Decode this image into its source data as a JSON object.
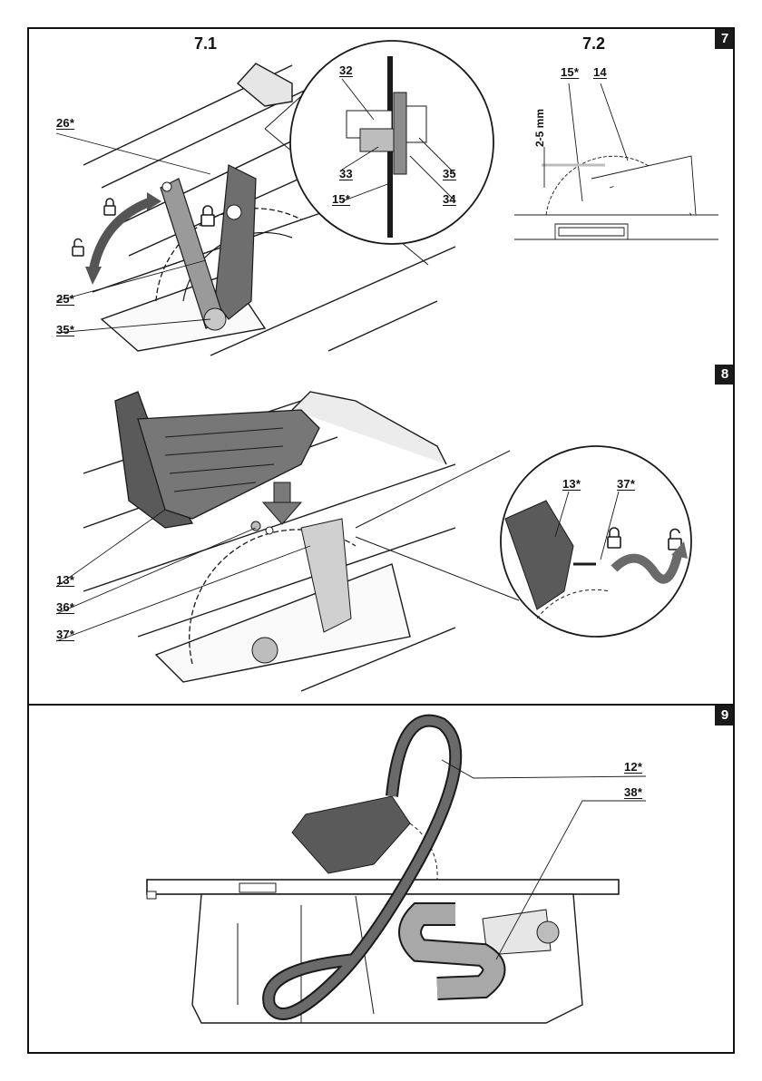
{
  "figures": {
    "fig7": {
      "number": "7",
      "sub1": "7.1",
      "sub2": "7.2",
      "labels": {
        "l26": "26*",
        "l25": "25*",
        "l35a": "35*",
        "l32": "32",
        "l33": "33",
        "l15a": "15*",
        "l35b": "35",
        "l34": "34",
        "l15b": "15*",
        "l14": "14",
        "dim": "2-5 mm"
      }
    },
    "fig8": {
      "number": "8",
      "labels": {
        "l13a": "13*",
        "l36": "36*",
        "l37a": "37*",
        "l13b": "13*",
        "l37b": "37*"
      }
    },
    "fig9": {
      "number": "9",
      "labels": {
        "l12": "12*",
        "l38": "38*"
      }
    }
  },
  "icons": [
    "lock-closed-icon",
    "lock-open-icon",
    "arrow-down-icon",
    "rotate-arrow-icon"
  ],
  "colors": {
    "line": "#1a1a1a",
    "fill_dark": "#5a5a5a",
    "fill_mid": "#8c8c8c",
    "fill_light": "#bdbdbd",
    "paper": "#ffffff"
  }
}
